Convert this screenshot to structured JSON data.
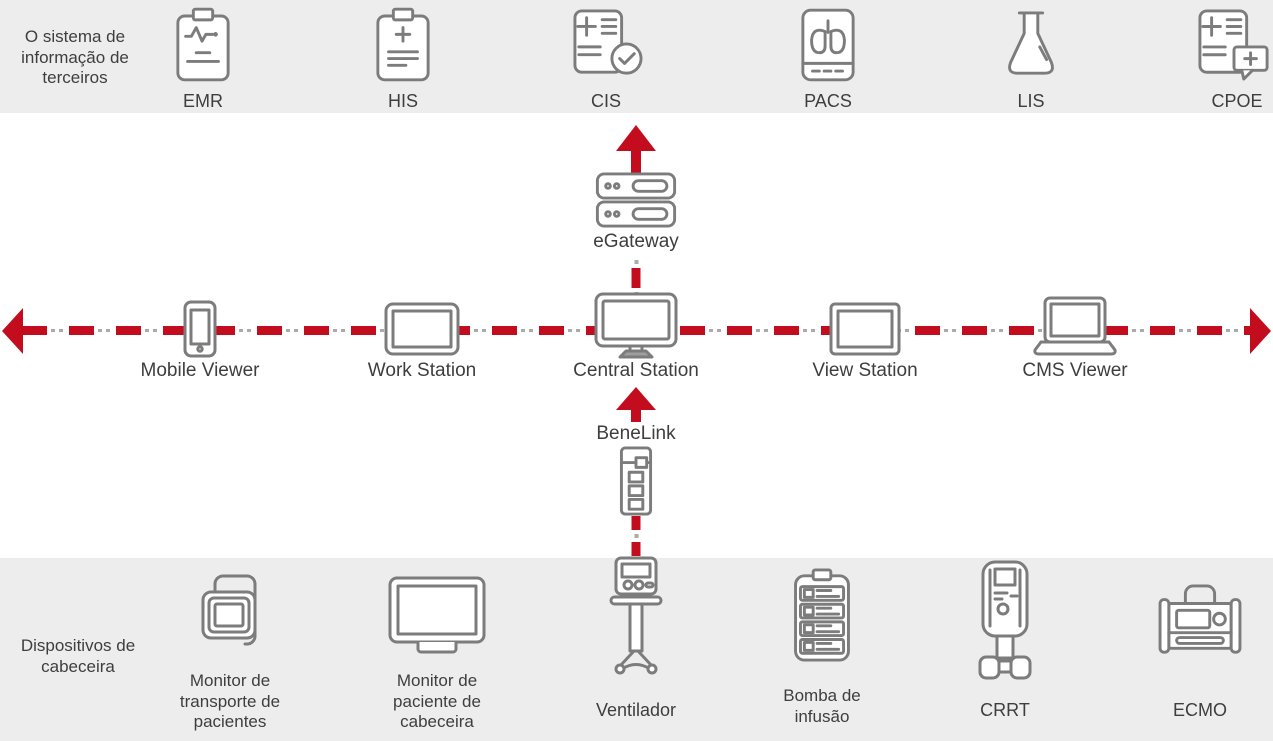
{
  "colors": {
    "accent_red": "#C30D1E",
    "icon_stroke": "#7C7C7C",
    "label_text": "#3E3E3E",
    "band_background": "#EDEDED",
    "connector_dot_gray": "#ABABAB"
  },
  "top_band": {
    "title": "O sistema de informação de terceiros",
    "systems": [
      {
        "label": "EMR",
        "icon": "clipboard-ecg"
      },
      {
        "label": "HIS",
        "icon": "clipboard-plus"
      },
      {
        "label": "CIS",
        "icon": "document-check"
      },
      {
        "label": "PACS",
        "icon": "lungs-scan"
      },
      {
        "label": "LIS",
        "icon": "flask"
      },
      {
        "label": "CPOE",
        "icon": "document-chat-plus"
      }
    ]
  },
  "middle": {
    "gateway_label": "eGateway",
    "gateway_icon": "server-stack",
    "benelink_label": "BeneLink",
    "benelink_icon": "module-rack",
    "stations": [
      {
        "label": "Mobile Viewer",
        "icon": "smartphone"
      },
      {
        "label": "Work Station",
        "icon": "tablet"
      },
      {
        "label": "Central Station",
        "icon": "desktop-monitor"
      },
      {
        "label": "View Station",
        "icon": "display-panel"
      },
      {
        "label": "CMS Viewer",
        "icon": "laptop"
      }
    ]
  },
  "bottom_band": {
    "title": "Dispositivos de cabeceira",
    "devices": [
      {
        "label": "Monitor de transporte de pacientes",
        "icon": "transport-monitor"
      },
      {
        "label": "Monitor de paciente de cabeceira",
        "icon": "bedside-monitor"
      },
      {
        "label": "Ventilador",
        "icon": "ventilator-stand"
      },
      {
        "label": "Bomba de infusão",
        "icon": "infusion-pump-stack"
      },
      {
        "label": "CRRT",
        "icon": "crrt-machine"
      },
      {
        "label": "ECMO",
        "icon": "ecmo-machine"
      }
    ]
  }
}
